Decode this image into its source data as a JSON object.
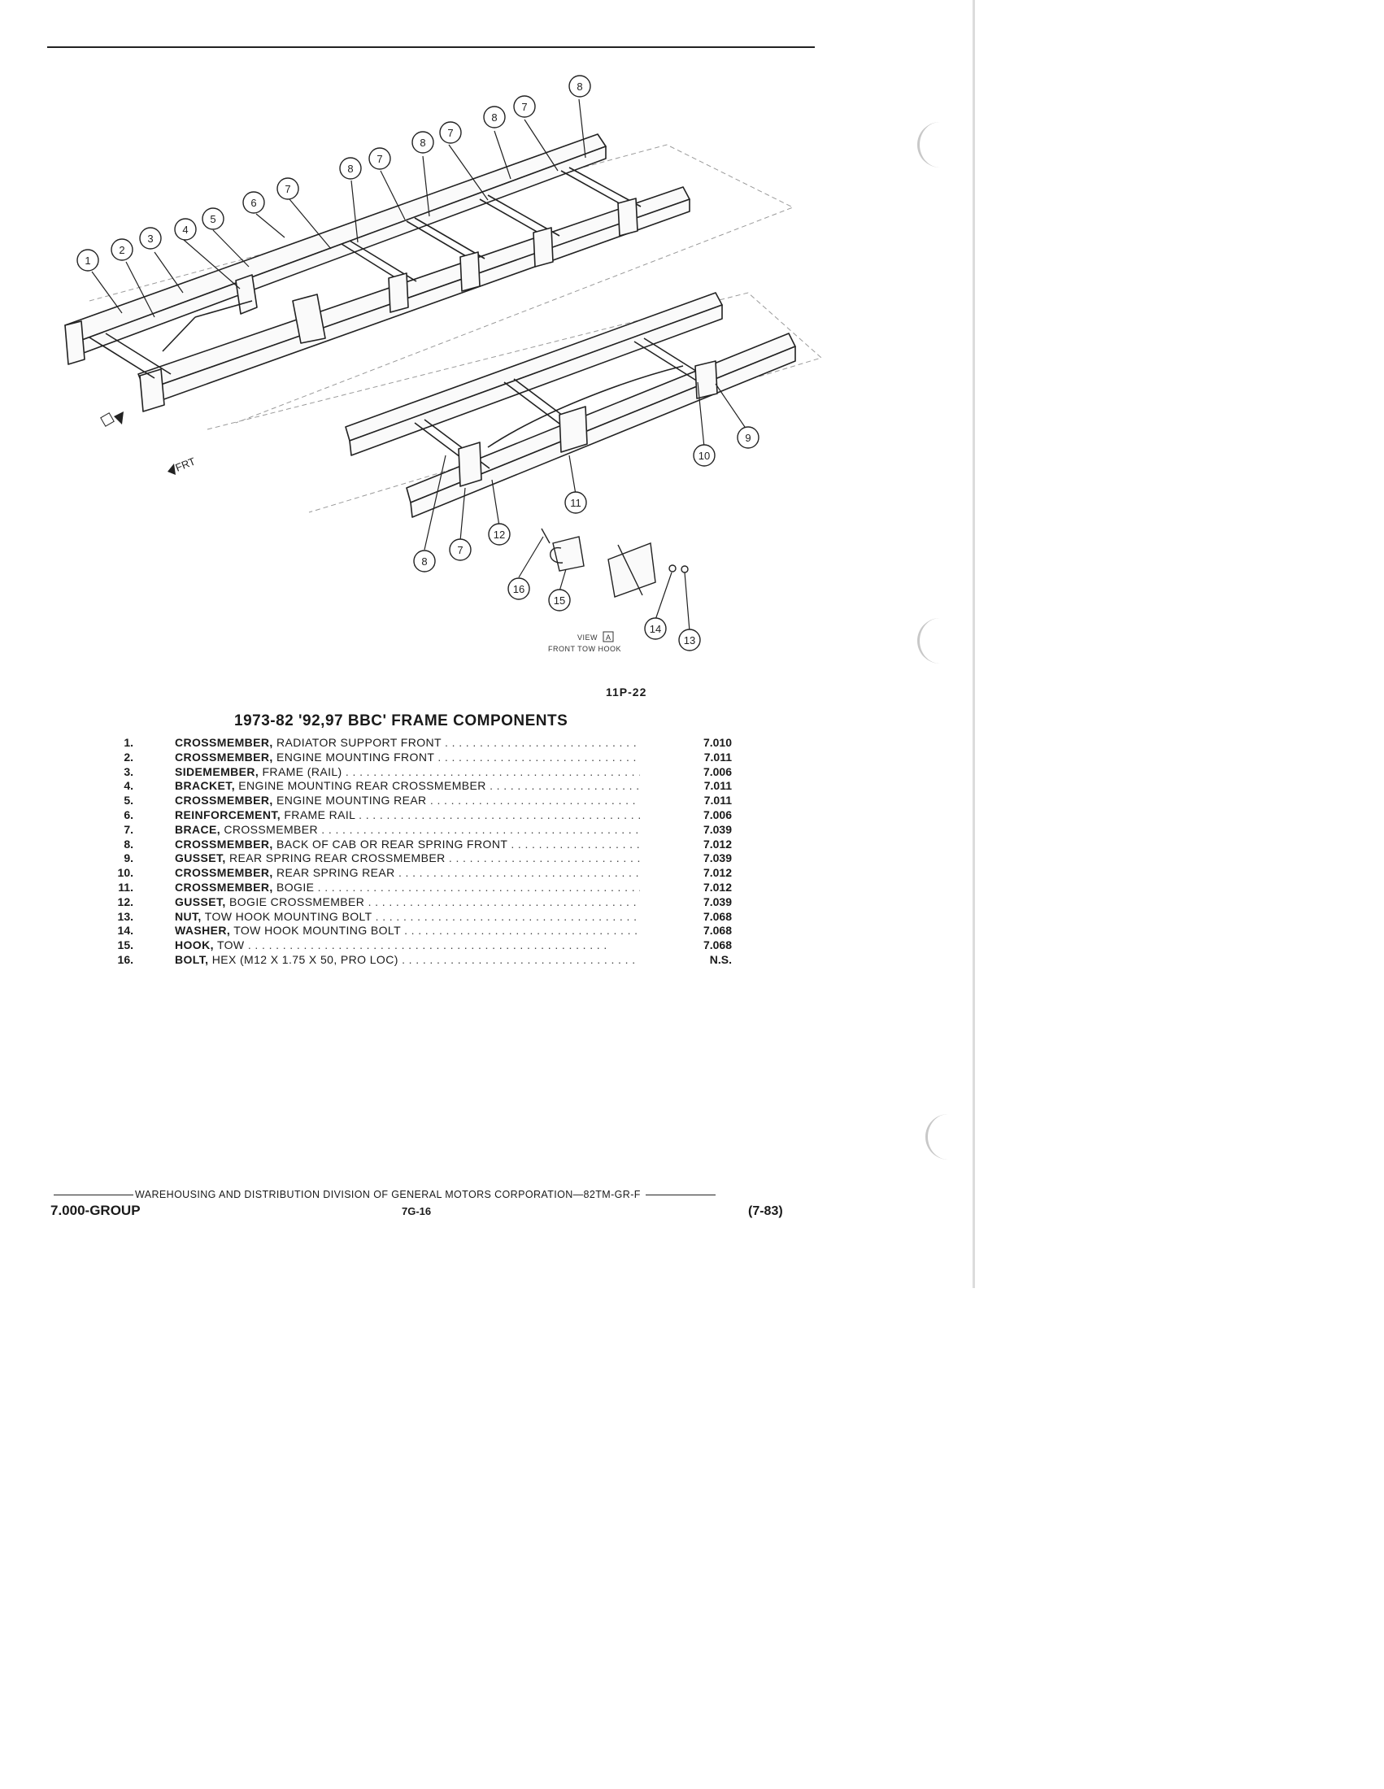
{
  "figure": {
    "callouts": [
      "1",
      "2",
      "3",
      "4",
      "5",
      "6",
      "7",
      "8",
      "7",
      "8",
      "7",
      "8",
      "7",
      "8",
      "9",
      "10",
      "11",
      "12",
      "8",
      "7",
      "16",
      "15",
      "14",
      "13"
    ],
    "front_label": "FRT",
    "view_marker": "A",
    "view_word": "VIEW",
    "view_caption": "FRONT TOW HOOK",
    "figure_code": "11P-22"
  },
  "parts_list": {
    "title": "1973-82 '92,97 BBC' FRAME COMPONENTS",
    "items": [
      {
        "num": "1.",
        "name": "CROSSMEMBER,",
        "detail": "RADIATOR SUPPORT FRONT",
        "ref": "7.010"
      },
      {
        "num": "2.",
        "name": "CROSSMEMBER,",
        "detail": "ENGINE MOUNTING FRONT",
        "ref": "7.011"
      },
      {
        "num": "3.",
        "name": "SIDEMEMBER,",
        "detail": "FRAME (RAIL)",
        "ref": "7.006"
      },
      {
        "num": "4.",
        "name": "BRACKET,",
        "detail": "ENGINE MOUNTING REAR CROSSMEMBER",
        "ref": "7.011"
      },
      {
        "num": "5.",
        "name": "CROSSMEMBER,",
        "detail": "ENGINE MOUNTING REAR",
        "ref": "7.011"
      },
      {
        "num": "6.",
        "name": "REINFORCEMENT,",
        "detail": "FRAME RAIL",
        "ref": "7.006"
      },
      {
        "num": "7.",
        "name": "BRACE,",
        "detail": "CROSSMEMBER",
        "ref": "7.039"
      },
      {
        "num": "8.",
        "name": "CROSSMEMBER,",
        "detail": "BACK OF CAB OR REAR SPRING FRONT",
        "ref": "7.012"
      },
      {
        "num": "9.",
        "name": "GUSSET,",
        "detail": "REAR SPRING REAR CROSSMEMBER",
        "ref": "7.039"
      },
      {
        "num": "10.",
        "name": "CROSSMEMBER,",
        "detail": "REAR SPRING REAR",
        "ref": "7.012"
      },
      {
        "num": "11.",
        "name": "CROSSMEMBER,",
        "detail": "BOGIE",
        "ref": "7.012"
      },
      {
        "num": "12.",
        "name": "GUSSET,",
        "detail": "BOGIE CROSSMEMBER",
        "ref": "7.039"
      },
      {
        "num": "13.",
        "name": "NUT,",
        "detail": "TOW HOOK MOUNTING BOLT",
        "ref": "7.068"
      },
      {
        "num": "14.",
        "name": "WASHER,",
        "detail": "TOW HOOK MOUNTING BOLT",
        "ref": "7.068"
      },
      {
        "num": "15.",
        "name": "HOOK,",
        "detail": "TOW",
        "ref": "7.068"
      },
      {
        "num": "16.",
        "name": "BOLT,",
        "detail": "HEX (M12 X 1.75 X 50, PRO LOC)",
        "ref": "N.S."
      }
    ]
  },
  "footer": {
    "publisher": "WAREHOUSING AND DISTRIBUTION  DIVISION OF GENERAL MOTORS CORPORATION—82TM-GR-F",
    "group": "7.000-GROUP",
    "page": "7G-16",
    "date": "(7-83)"
  }
}
